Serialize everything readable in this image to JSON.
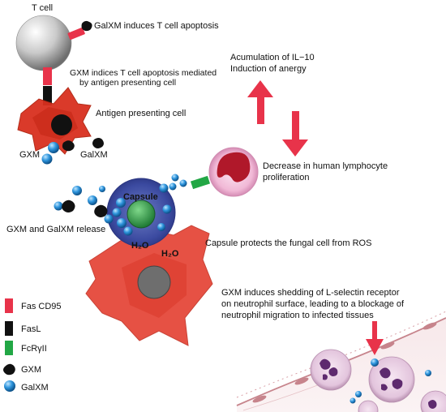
{
  "labels": {
    "t_cell": "T cell",
    "galxm_apoptosis": "GalXM induces T cell apoptosis",
    "gxm_apoptosis_l1": "GXM indices T cell apoptosis mediated",
    "gxm_apoptosis_l2": "by antigen presenting cell",
    "apc": "Antigen presenting cell",
    "gxm": "GXM",
    "galxm": "GalXM",
    "il10_l1": "Acumulation of IL−10",
    "il10_l2": "Induction of anergy",
    "decrease_l1": "Decrease in human lymphocyte",
    "decrease_l2": "proliferation",
    "capsule": "Capsule",
    "release": "GXM and GalXM release",
    "h2o_a": "H₂O",
    "h2o_b": "H₂O",
    "ros": "Capsule protects the fungal cell from ROS",
    "shedding_l1": "GXM induces shedding of L-selectin receptor",
    "shedding_l2": "on neutrophil surface, leading to a blockage of",
    "shedding_l3": "neutrophil migration to infected tissues"
  },
  "legend": [
    {
      "label": "Fas CD95",
      "color": "#e8334a",
      "icon": "red-bar"
    },
    {
      "label": "FasL",
      "color": "#111111",
      "icon": "black-bar"
    },
    {
      "label": "FcRγII",
      "color": "#22a745",
      "icon": "green-bar"
    },
    {
      "label": "GXM",
      "color": "#111111",
      "icon": "black-blob"
    },
    {
      "label": "GalXM",
      "color": "#1e7fc9",
      "icon": "blue-sphere"
    }
  ],
  "colors": {
    "arrow": "#e8334a",
    "fas": "#e8334a",
    "fasl": "#111111",
    "fcr": "#22a745",
    "galxm": "#1e7fc9"
  }
}
